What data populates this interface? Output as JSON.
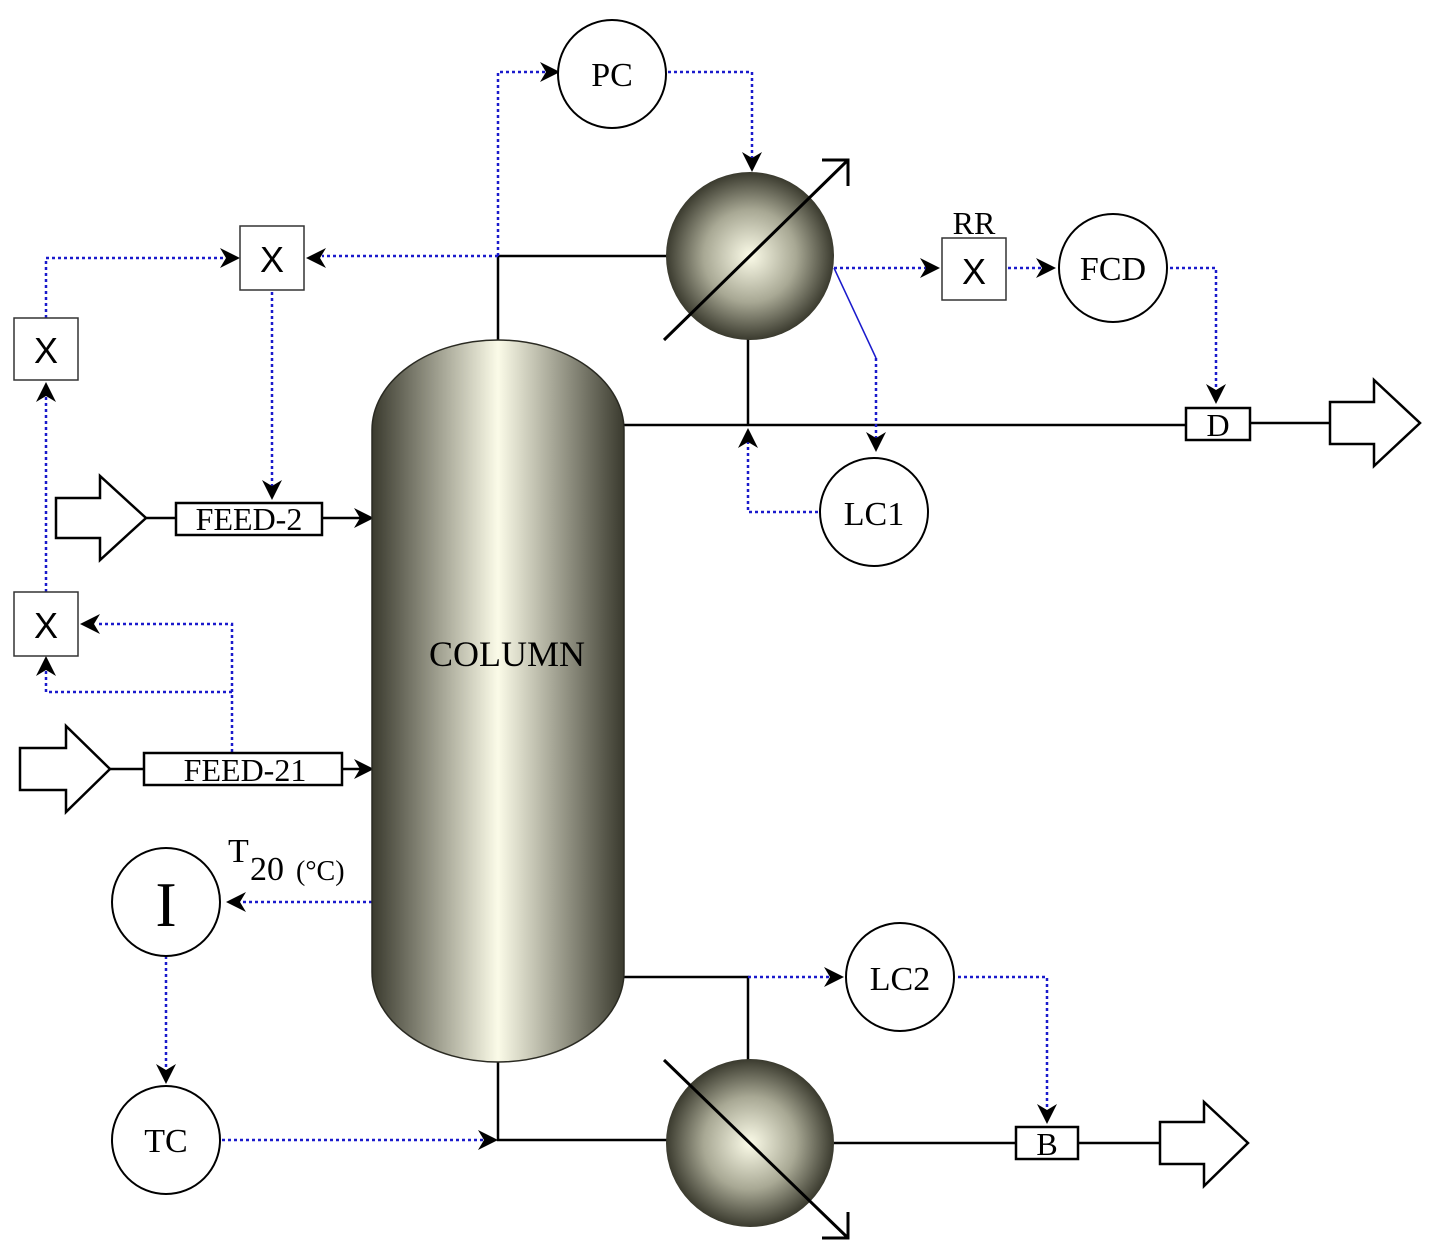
{
  "column": {
    "label": "COLUMN"
  },
  "controllers": {
    "pc": "PC",
    "fcd": "FCD",
    "lc1": "LC1",
    "lc2": "LC2",
    "tc": "TC",
    "indicator": "I"
  },
  "blocks": {
    "multiplier_top": "X",
    "multiplier_left_upper": "X",
    "multiplier_left_lower": "X",
    "multiplier_rr": "X",
    "rr_label": "RR"
  },
  "streams": {
    "feed2": "FEED-2",
    "feed21": "FEED-21",
    "distillate": "D",
    "bottoms": "B"
  },
  "temperature_label": {
    "symbol": "T",
    "subscript": "20",
    "unit": "(°C)"
  },
  "colors": {
    "process_line": "#000000",
    "signal_line": "#1a1acc",
    "vessel_dark": "#3f3f33",
    "vessel_light": "#fbfbe8"
  }
}
